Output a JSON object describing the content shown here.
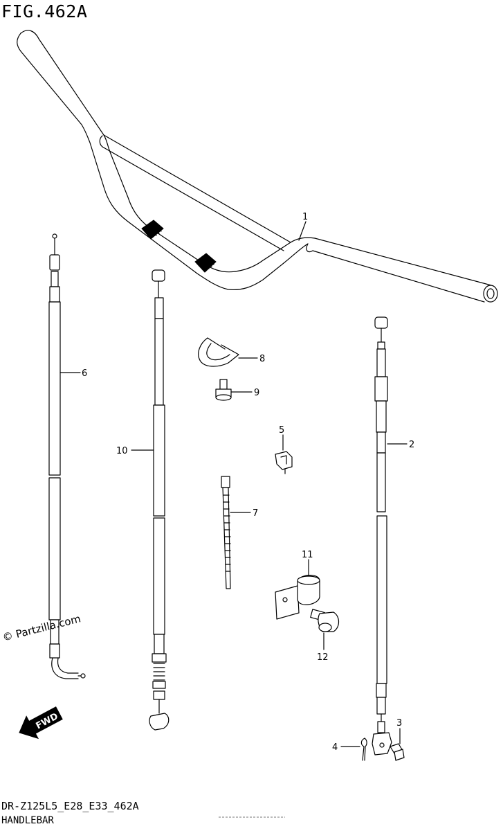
{
  "figure": {
    "title": "FIG.462A",
    "model_code": "DR-Z125L5_E28_E33_462A",
    "caption": "HANDLEBAR",
    "watermark": "© Partzilla.com",
    "fwd_label": "FWD"
  },
  "callouts": [
    {
      "id": "callout-1",
      "label": "1"
    },
    {
      "id": "callout-2",
      "label": "2"
    },
    {
      "id": "callout-3",
      "label": "3"
    },
    {
      "id": "callout-4",
      "label": "4"
    },
    {
      "id": "callout-5",
      "label": "5"
    },
    {
      "id": "callout-6",
      "label": "6"
    },
    {
      "id": "callout-7",
      "label": "7"
    },
    {
      "id": "callout-8",
      "label": "8"
    },
    {
      "id": "callout-9",
      "label": "9"
    },
    {
      "id": "callout-10",
      "label": "10"
    },
    {
      "id": "callout-11",
      "label": "11"
    },
    {
      "id": "callout-12",
      "label": "12"
    }
  ]
}
